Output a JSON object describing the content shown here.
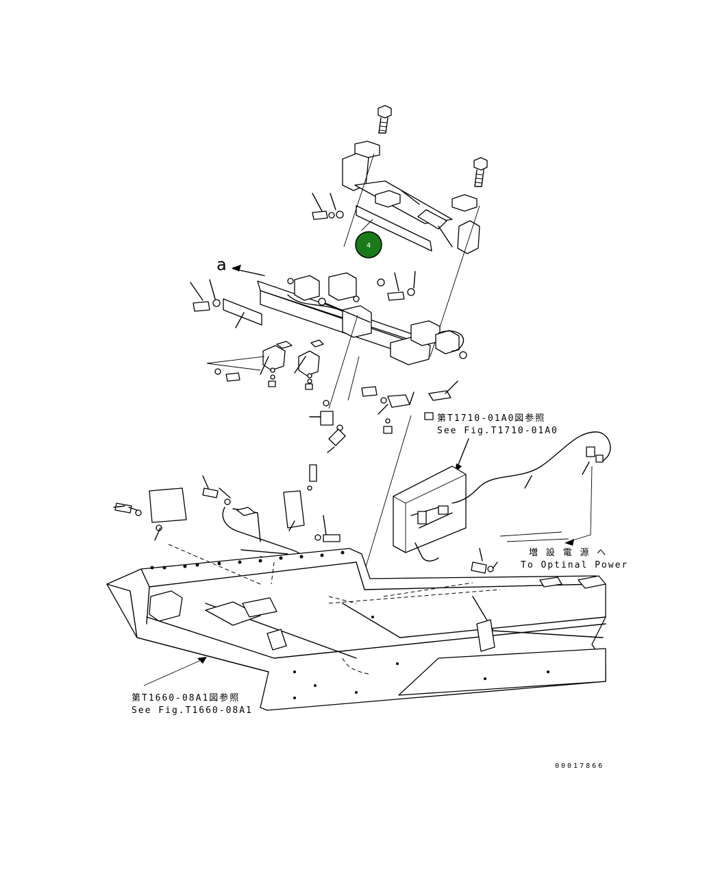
{
  "callout": {
    "number": "4",
    "fill": "#1a7a1a"
  },
  "view_markers": {
    "top": "a",
    "bottom": "a"
  },
  "references": {
    "upper_jp": "第T1710-01A0図参照",
    "upper_en": "See Fig.T1710-01A0",
    "lower_jp": "第T1660-08A1図参照",
    "lower_en": "See Fig.T1660-08A1",
    "power_jp": "増 設 電 源 へ",
    "power_en": "To Optinal Power"
  },
  "drawing_number": "00017866"
}
